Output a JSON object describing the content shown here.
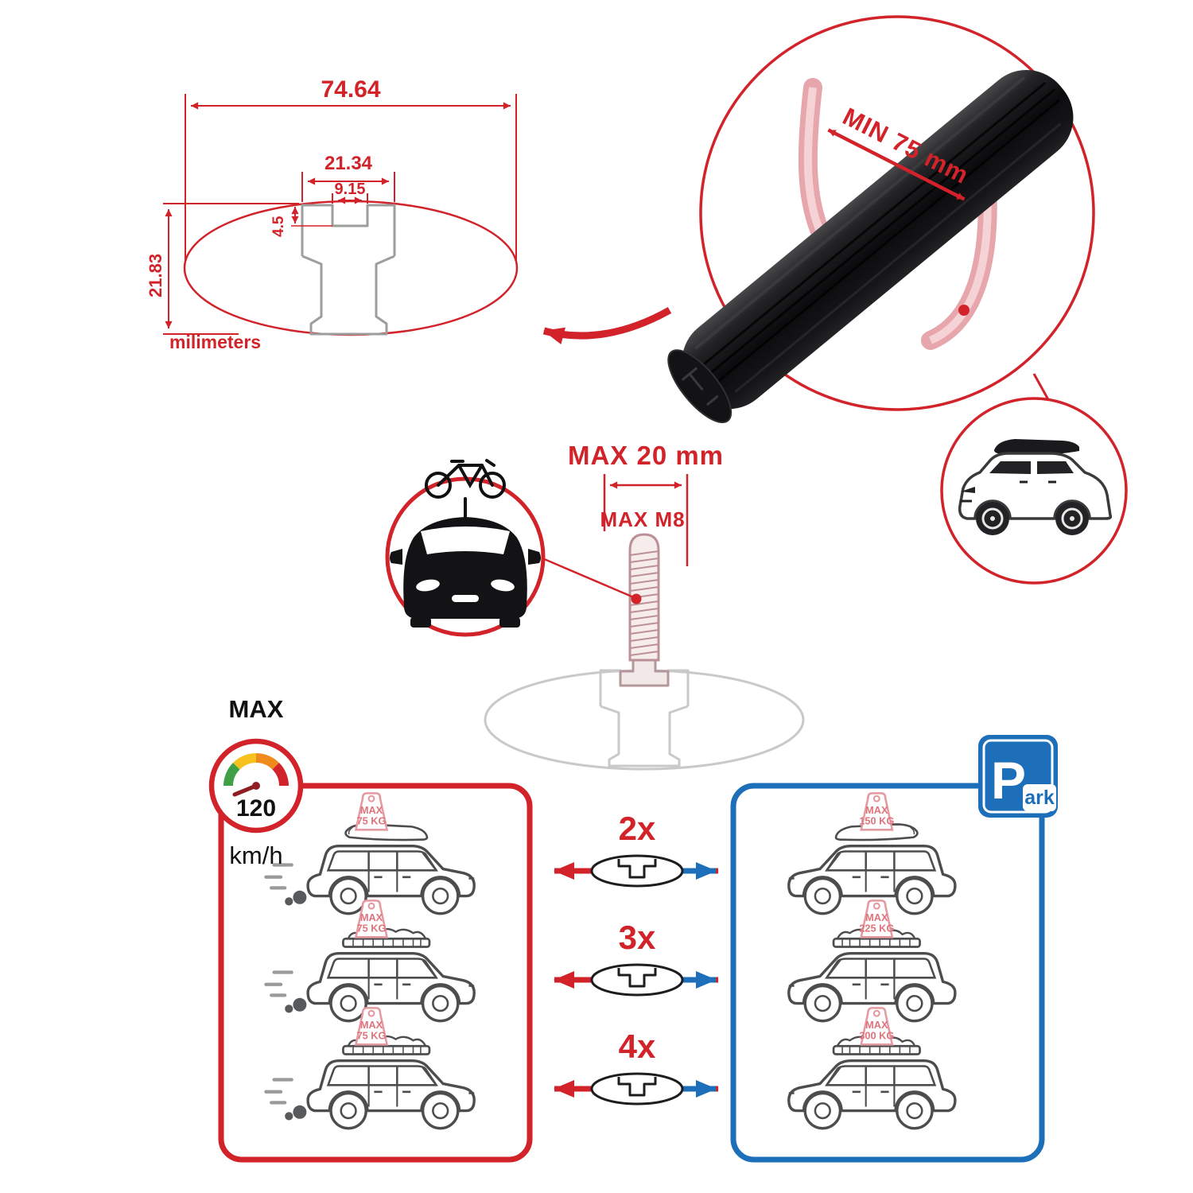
{
  "colors": {
    "red": "#d2232a",
    "blue": "#1c6fb8",
    "pink_faded": "#e7a6ac",
    "profile_gray": "#9d9d9c",
    "line_dark": "#4d4d4f",
    "bar_black": "#131315"
  },
  "dimensions": {
    "total_width": "74.64",
    "slot_outer_width": "21.34",
    "slot_inner_width": "9.15",
    "slot_depth": "4.5",
    "total_height": "21.83",
    "units_label": "milimeters"
  },
  "bar_detail": {
    "min_clearance_label": "MIN 75 mm"
  },
  "bolt_spec": {
    "max_width_label": "MAX 20 mm",
    "max_thread_label": "MAX M8"
  },
  "speed_gauge": {
    "title": "MAX",
    "value": "120",
    "unit": "km/h"
  },
  "park_sign": {
    "letter": "P",
    "suffix": "ark"
  },
  "driving_cars": [
    {
      "tag_title": "MAX",
      "tag_load": "75 KG"
    },
    {
      "tag_title": "MAX",
      "tag_load": "75 KG"
    },
    {
      "tag_title": "MAX",
      "tag_load": "75 KG"
    }
  ],
  "parked_cars": [
    {
      "tag_title": "MAX",
      "tag_load": "150 KG"
    },
    {
      "tag_title": "MAX",
      "tag_load": "225 KG"
    },
    {
      "tag_title": "MAX",
      "tag_load": "300 KG"
    }
  ],
  "bar_quantities": [
    {
      "label": "2x"
    },
    {
      "label": "3x"
    },
    {
      "label": "4x"
    }
  ]
}
